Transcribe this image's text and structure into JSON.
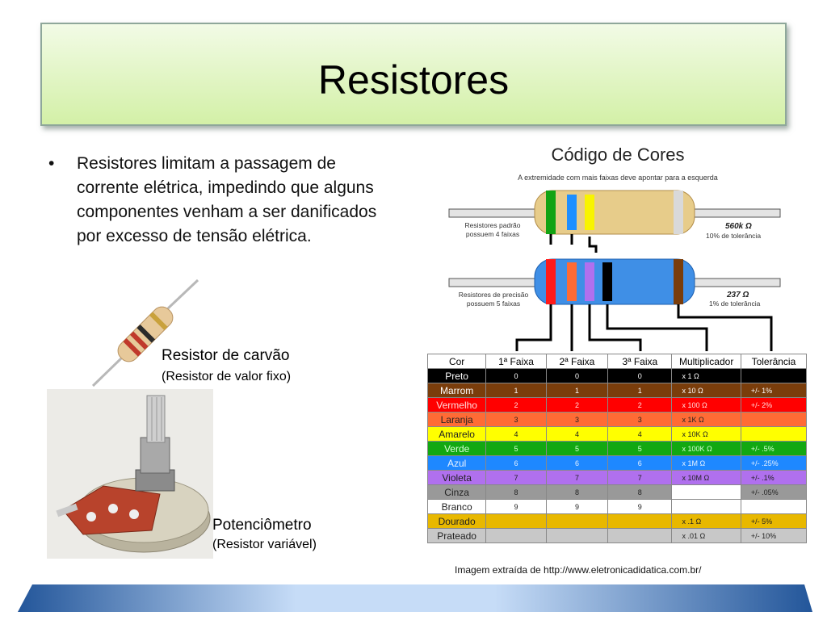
{
  "slide": {
    "title": "Resistores",
    "bullet_symbol": "•",
    "bullet_text": "Resistores limitam a passagem de corrente elétrica, impedindo que alguns componentes venham a ser danificados por excesso de tensão elétrica.",
    "carbon_caption": "Resistor de carvão",
    "carbon_subcaption": "(Resistor de valor fixo)",
    "pot_caption": "Potenciômetro",
    "pot_subcaption": "(Resistor variável)",
    "credit": "Imagem extraída de http://www.eletronicadidatica.com.br/"
  },
  "color_code": {
    "title": "Código de Cores",
    "subtitle": "A extremidade com mais faixas deve apontar para a esquerda",
    "four_band_label_1": "Resistores padrão",
    "four_band_label_2": "possuem 4 faixas",
    "four_band_value": "560k Ω",
    "four_band_tol": "10% de tolerância",
    "five_band_label_1": "Resistores de precisão",
    "five_band_label_2": "possuem 5 faixas",
    "five_band_value": "237 Ω",
    "five_band_tol": "1% de tolerância",
    "headers": [
      "Cor",
      "1ª Faixa",
      "2ª Faixa",
      "3ª Faixa",
      "Multiplicador",
      "Tolerância"
    ],
    "rows": [
      {
        "name": "Preto",
        "d1": "0",
        "d2": "0",
        "d3": "0",
        "mult": "x 1 Ω",
        "tol": "",
        "bg": "#000000",
        "fg": "#ffffff",
        "multbg": "#000000",
        "tolbg": "#000000"
      },
      {
        "name": "Marrom",
        "d1": "1",
        "d2": "1",
        "d3": "1",
        "mult": "x 10 Ω",
        "tol": "+/-  1%",
        "bg": "#7a3d0b",
        "fg": "#ffffff",
        "multbg": "#7a3d0b",
        "tolbg": "#7a3d0b"
      },
      {
        "name": "Vermelho",
        "d1": "2",
        "d2": "2",
        "d3": "2",
        "mult": "x 100 Ω",
        "tol": "+/-  2%",
        "bg": "#ff0000",
        "fg": "#ffdddd",
        "multbg": "#ff0000",
        "tolbg": "#ff0000"
      },
      {
        "name": "Laranja",
        "d1": "3",
        "d2": "3",
        "d3": "3",
        "mult": "x 1K Ω",
        "tol": "",
        "bg": "#ff6b35",
        "fg": "#222222",
        "multbg": "#ff6b35",
        "tolbg": "#ff6b35"
      },
      {
        "name": "Amarelo",
        "d1": "4",
        "d2": "4",
        "d3": "4",
        "mult": "x 10K Ω",
        "tol": "",
        "bg": "#ffff00",
        "fg": "#222222",
        "multbg": "#ffff00",
        "tolbg": "#ffff00"
      },
      {
        "name": "Verde",
        "d1": "5",
        "d2": "5",
        "d3": "5",
        "mult": "x 100K Ω",
        "tol": "+/-  .5%",
        "bg": "#12a812",
        "fg": "#d8ffd8",
        "multbg": "#12a812",
        "tolbg": "#12a812"
      },
      {
        "name": "Azul",
        "d1": "6",
        "d2": "6",
        "d3": "6",
        "mult": "x 1M Ω",
        "tol": "+/-  .25%",
        "bg": "#1e88ff",
        "fg": "#e8f2ff",
        "multbg": "#1e88ff",
        "tolbg": "#1e88ff"
      },
      {
        "name": "Violeta",
        "d1": "7",
        "d2": "7",
        "d3": "7",
        "mult": "x 10M Ω",
        "tol": "+/-  .1%",
        "bg": "#b070ee",
        "fg": "#222222",
        "multbg": "#b070ee",
        "tolbg": "#b070ee"
      },
      {
        "name": "Cinza",
        "d1": "8",
        "d2": "8",
        "d3": "8",
        "mult": "",
        "tol": "+/-  .05%",
        "bg": "#999999",
        "fg": "#222222",
        "multbg": "#ffffff",
        "tolbg": "#999999"
      },
      {
        "name": "Branco",
        "d1": "9",
        "d2": "9",
        "d3": "9",
        "mult": "",
        "tol": "",
        "bg": "#ffffff",
        "fg": "#222222",
        "multbg": "#ffffff",
        "tolbg": "#ffffff"
      },
      {
        "name": "Dourado",
        "d1": "",
        "d2": "",
        "d3": "",
        "mult": "x .1 Ω",
        "tol": "+/-  5%",
        "bg": "#e8b800",
        "fg": "#222222",
        "multbg": "#e8b800",
        "tolbg": "#e8b800"
      },
      {
        "name": "Prateado",
        "d1": "",
        "d2": "",
        "d3": "",
        "mult": "x .01 Ω",
        "tol": "+/-  10%",
        "bg": "#c8c8c8",
        "fg": "#222222",
        "multbg": "#c8c8c8",
        "tolbg": "#c8c8c8"
      }
    ]
  }
}
